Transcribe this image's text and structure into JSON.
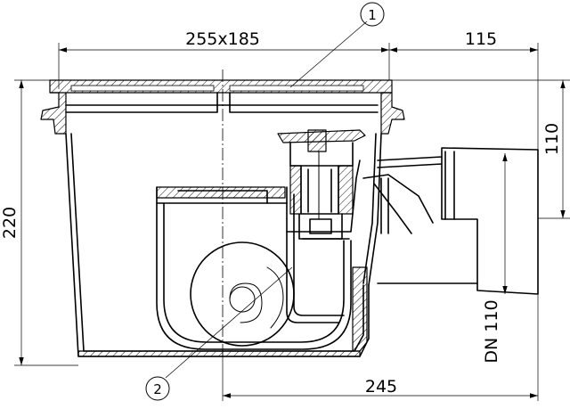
{
  "dimensions": {
    "top_grate": "255x185",
    "top_outlet": "115",
    "total_height": "220",
    "outlet_height": "110",
    "bottom_length": "245",
    "outlet_diameter": "DN 110"
  },
  "callouts": {
    "grate": "1",
    "odor_trap": "2"
  }
}
